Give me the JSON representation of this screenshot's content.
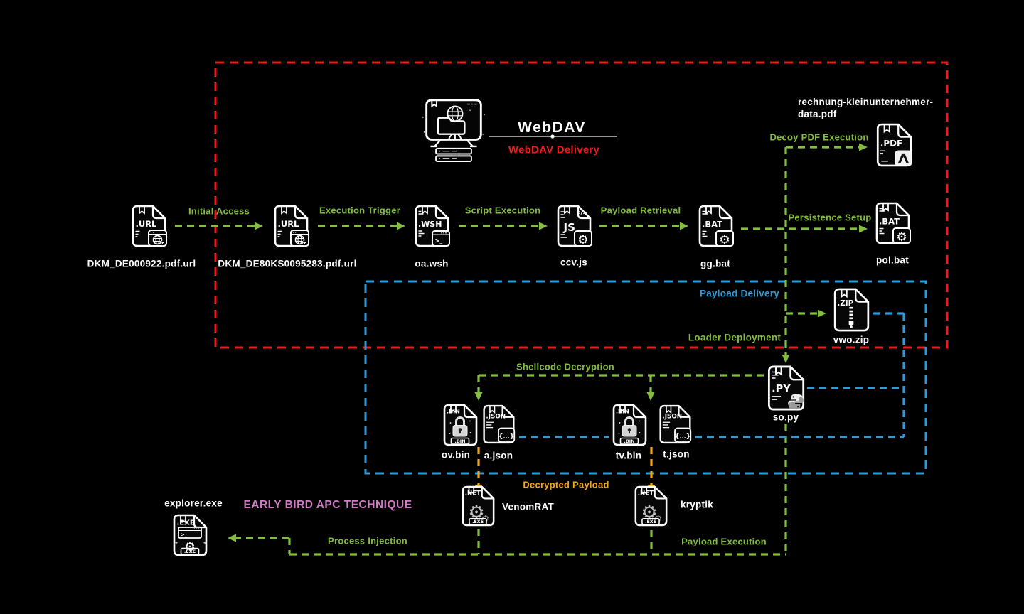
{
  "diagram": {
    "colors": {
      "green": "#84bd3f",
      "red": "#ec1b1b",
      "blue": "#2e9bd8",
      "yellow": "#f2a71b",
      "pink": "#cf7cc5",
      "white": "#ffffff",
      "divider_gray": "#c9c9c9",
      "background": "#000000"
    },
    "webdav_header": {
      "title": "WebDAV",
      "subtitle": "WebDAV Delivery"
    },
    "technique_label": "EARLY BIRD APC TECHNIQUE",
    "nodes": [
      {
        "id": "url1",
        "label": "DKM_DE000922.pdf.url",
        "icon": "url-file-icon",
        "ext": ".URL"
      },
      {
        "id": "url2",
        "label": "DKM_DE80KS0095283.pdf.url",
        "icon": "url-file-icon",
        "ext": ".URL"
      },
      {
        "id": "wsh",
        "label": "oa.wsh",
        "icon": "wsh-file-icon",
        "ext": ".WSH",
        "badge_glyph": ">_"
      },
      {
        "id": "js",
        "label": "ccv.js",
        "icon": "js-file-icon",
        "ext": "JS",
        "corner_glyph": "</>"
      },
      {
        "id": "bat1",
        "label": "gg.bat",
        "icon": "bat-file-icon",
        "ext": ".BAT"
      },
      {
        "id": "bat2",
        "label": "pol.bat",
        "icon": "bat-file-icon",
        "ext": ".BAT"
      },
      {
        "id": "pdf",
        "label": "rechnung-kleinunternehmer-data.pdf",
        "icon": "pdf-file-icon",
        "ext": ".PDF"
      },
      {
        "id": "zip",
        "label": "vwo.zip",
        "icon": "zip-file-icon",
        "ext": ".ZIP"
      },
      {
        "id": "py",
        "label": "so.py",
        "icon": "python-file-icon",
        "ext": ".PY"
      },
      {
        "id": "bin1",
        "label": "ov.bin",
        "icon": "bin-file-icon",
        "ext": ".BIN",
        "plate": ".BIN"
      },
      {
        "id": "json1",
        "label": "a.json",
        "icon": "json-file-icon",
        "ext": ".JSON",
        "badge_glyph": "{…}"
      },
      {
        "id": "bin2",
        "label": "tv.bin",
        "icon": "bin-file-icon",
        "ext": ".BIN",
        "plate": ".BIN"
      },
      {
        "id": "json2",
        "label": "t.json",
        "icon": "json-file-icon",
        "ext": ".JSON",
        "badge_glyph": "{…}"
      },
      {
        "id": "net1",
        "label": "VenomRAT",
        "icon": "dotnet-exe-icon",
        "ext": ".NET",
        "plate": ".EXE"
      },
      {
        "id": "net2",
        "label": "kryptik",
        "icon": "dotnet-exe-icon",
        "ext": ".NET",
        "plate": ".EXE"
      },
      {
        "id": "exe",
        "label": "explorer.exe",
        "icon": "exe-file-icon",
        "ext": ".EXE",
        "plate": ".EXE",
        "badge_glyph": ">_"
      },
      {
        "id": "webdav",
        "label": "",
        "icon": "webdav-server-icon"
      }
    ],
    "edge_labels": [
      {
        "id": "initial-access",
        "text": "Initial Access",
        "color": "green"
      },
      {
        "id": "execution-trigger",
        "text": "Execution Trigger",
        "color": "green"
      },
      {
        "id": "script-execution",
        "text": "Script Execution",
        "color": "green"
      },
      {
        "id": "payload-retrieval",
        "text": "Payload Retrieval",
        "color": "green"
      },
      {
        "id": "persistence-setup",
        "text": "Persistence Setup",
        "color": "green"
      },
      {
        "id": "decoy-pdf-execution",
        "text": "Decoy PDF Execution",
        "color": "green"
      },
      {
        "id": "payload-delivery",
        "text": "Payload Delivery",
        "color": "blue"
      },
      {
        "id": "loader-deployment",
        "text": "Loader Deployment",
        "color": "green"
      },
      {
        "id": "shellcode-decryption",
        "text": "Shellcode Decryption",
        "color": "green"
      },
      {
        "id": "decrypted-payload",
        "text": "Decrypted Payload",
        "color": "yellow"
      },
      {
        "id": "process-injection",
        "text": "Process Injection",
        "color": "green"
      },
      {
        "id": "payload-execution",
        "text": "Payload Execution",
        "color": "green"
      }
    ]
  }
}
